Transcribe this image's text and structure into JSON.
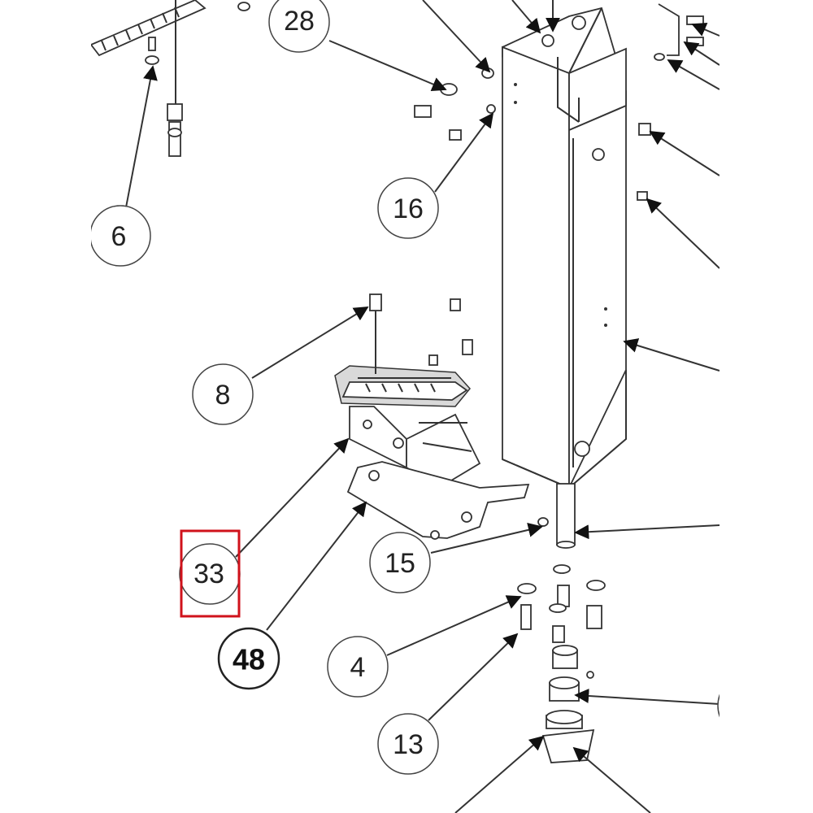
{
  "diagram": {
    "labels": {
      "l6": "6",
      "l16": "16",
      "l28": "28",
      "l8": "8",
      "l33": "33",
      "l48": "48",
      "l15": "15",
      "l4": "4",
      "l13": "13"
    },
    "highlight_color": "#d0121b",
    "line_color": "#333333"
  }
}
